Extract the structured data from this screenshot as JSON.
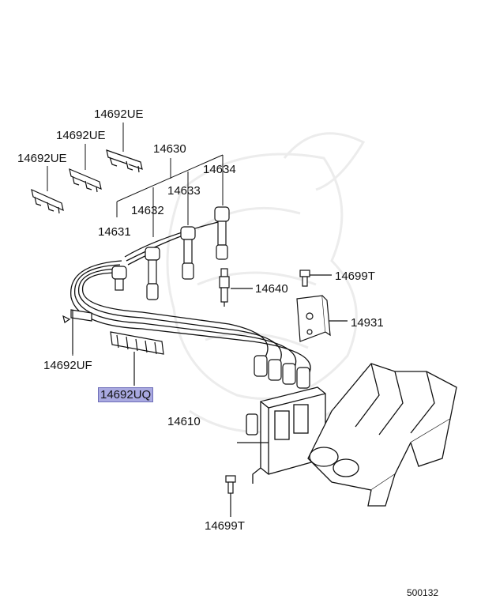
{
  "parts": {
    "ue1": "14692UE",
    "ue2": "14692UE",
    "ue3": "14692UE",
    "p14630": "14630",
    "p14634": "14634",
    "p14633": "14633",
    "p14632": "14632",
    "p14631": "14631",
    "p14699t_top": "14699T",
    "p14640": "14640",
    "p14931": "14931",
    "uf": "14692UF",
    "uq": "14692UQ",
    "p14610": "14610",
    "p14699t_bottom": "14699T"
  },
  "figure_number": "500132",
  "highlight_color": "#a9a9e0",
  "watermark": "samurai-helmet-logo"
}
